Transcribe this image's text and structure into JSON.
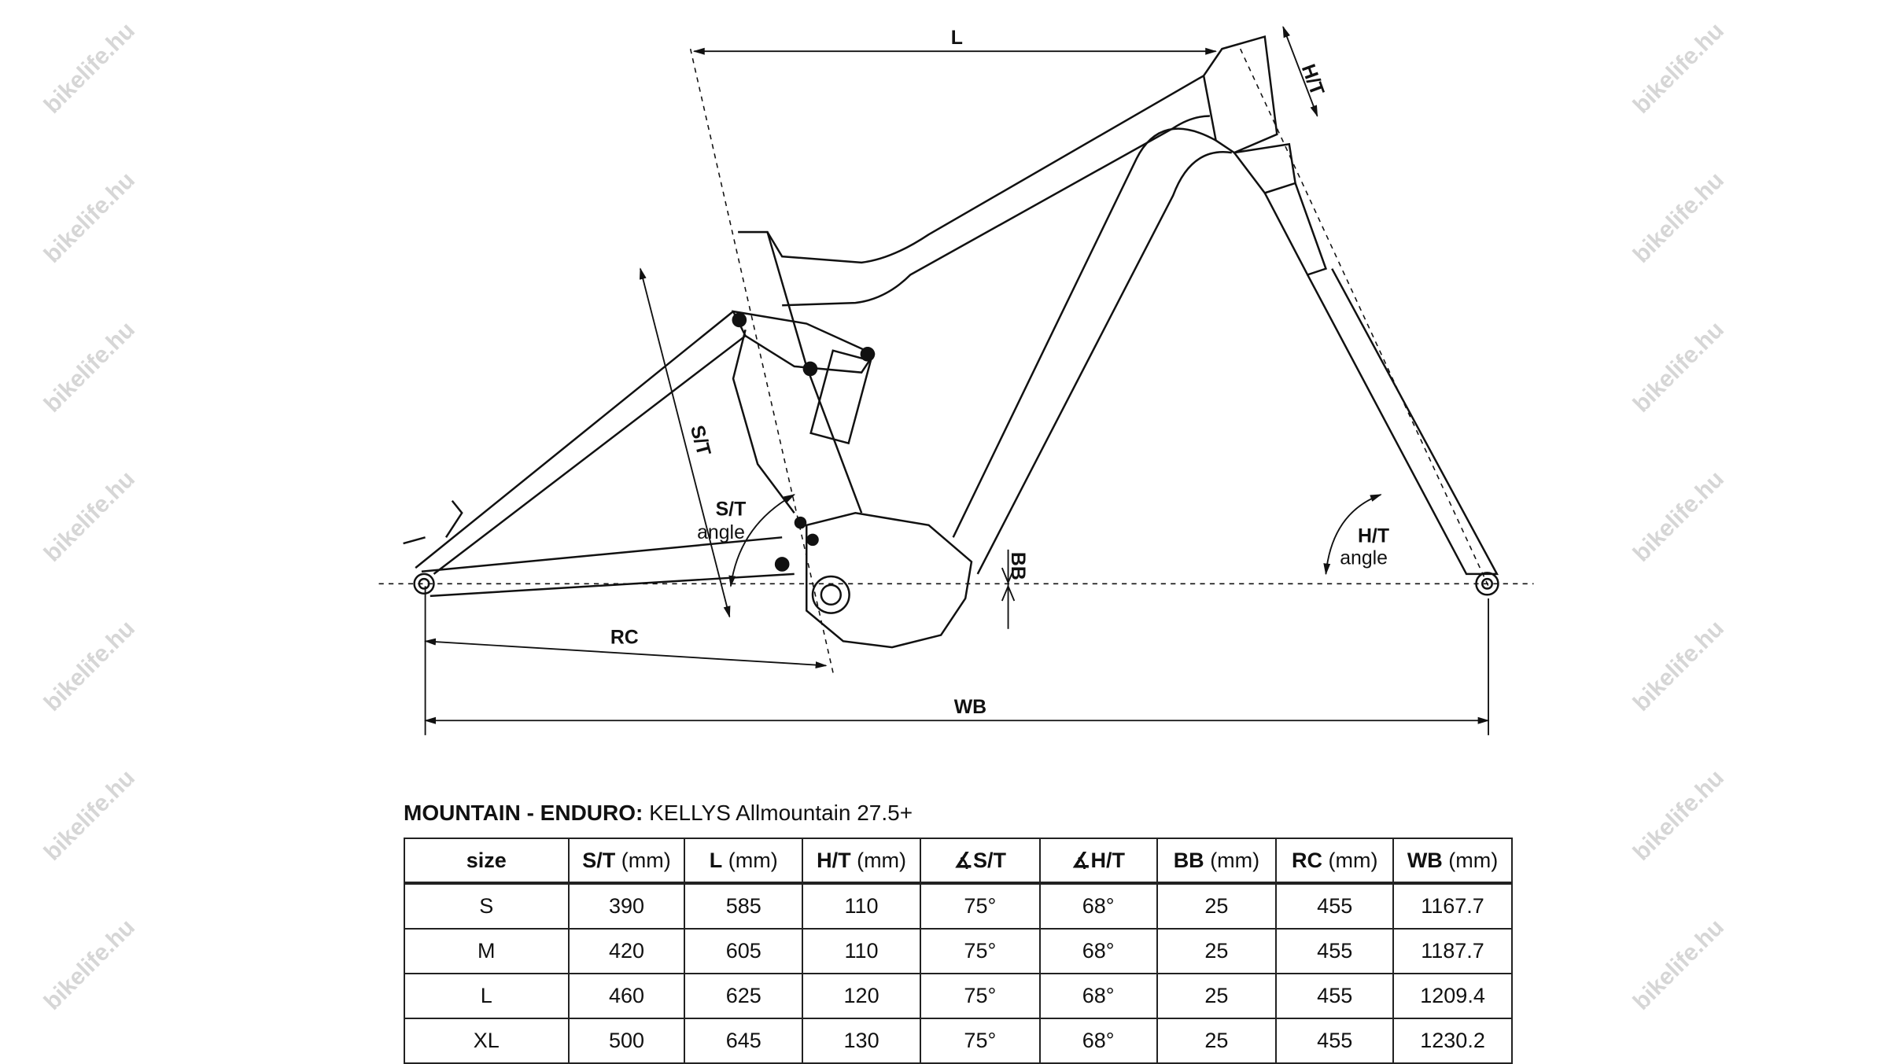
{
  "watermark": "bikelife.hu",
  "diagram_labels": {
    "L": "L",
    "HT": "H/T",
    "ST": "S/T",
    "ST_angle_1": "S/T",
    "ST_angle_2": "angle",
    "HT_angle_1": "H/T",
    "HT_angle_2": "angle",
    "BB": "BB",
    "RC": "RC",
    "WB": "WB"
  },
  "title": {
    "category": "MOUNTAIN - ENDURO:",
    "model": "KELLYS Allmountain 27.5+"
  },
  "table": {
    "headers": [
      {
        "bold": "size",
        "unit": ""
      },
      {
        "bold": "S/T",
        "unit": " (mm)"
      },
      {
        "bold": "L",
        "unit": " (mm)"
      },
      {
        "bold": "H/T",
        "unit": " (mm)"
      },
      {
        "bold": "∡S/T",
        "unit": ""
      },
      {
        "bold": "∡H/T",
        "unit": ""
      },
      {
        "bold": "BB",
        "unit": " (mm)"
      },
      {
        "bold": "RC",
        "unit": " (mm)"
      },
      {
        "bold": "WB",
        "unit": " (mm)"
      }
    ],
    "rows": [
      [
        "S",
        "390",
        "585",
        "110",
        "75°",
        "68°",
        "25",
        "455",
        "1167.7"
      ],
      [
        "M",
        "420",
        "605",
        "110",
        "75°",
        "68°",
        "25",
        "455",
        "1187.7"
      ],
      [
        "L",
        "460",
        "625",
        "120",
        "75°",
        "68°",
        "25",
        "455",
        "1209.4"
      ],
      [
        "XL",
        "500",
        "645",
        "130",
        "75°",
        "68°",
        "25",
        "455",
        "1230.2"
      ]
    ]
  }
}
